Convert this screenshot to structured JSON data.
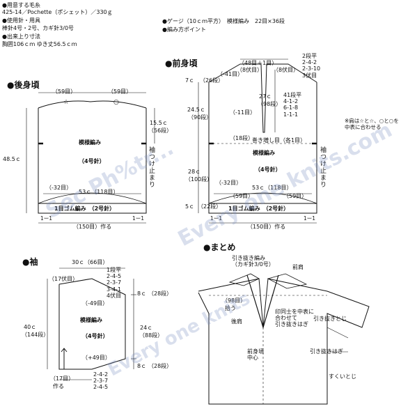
{
  "header": {
    "materials_title": "●用意する毛糸",
    "yarn": "425-14／Pochette（ポシェット）／330ｇ",
    "tools_title": "●使用針・用具",
    "tools": "棒針4号・2号、カギ針3/0号",
    "size_title": "●出来上り寸法",
    "size": "胸囲106ｃｍ ゆき丈56.5ｃｍ",
    "gauge": "●ゲージ（10ｃｍ平方）　模様編み　22目×36段",
    "pattern_point": "●編み方ポイント"
  },
  "back": {
    "title": "●後身頃",
    "top_left": "（59目）",
    "top_right": "（59目）",
    "star": "☆",
    "circle": "○",
    "height": "48.5ｃ",
    "armhole": "15.5ｃ",
    "armhole_rows": "（56段）",
    "pattern": "模様編み",
    "needle": "（4号針）",
    "dec": "（-32目）",
    "width": "53ｃ（118目）",
    "rib": "1目ゴム編み　（2号針）",
    "edge_left": "1ー1",
    "edge_right": "1ー1",
    "cast": "（150目）作る",
    "sleeve_stop": "袖つけ止まり"
  },
  "front": {
    "title": "●前身頃",
    "top": "（48目＋1目）",
    "shoulder_left": "（8伏目）",
    "shoulder_right": "（8伏目）",
    "shoulder_dec": "（-41目）",
    "seven": "7ｃ",
    "seven_rows": "（26段）",
    "neck": "27ｃ",
    "neck_rows": "（98段）",
    "neck_left": "（-11目）",
    "v_rows": "41段平\n4-1-2\n6-1-8\n1-1-1",
    "shoulder_rows": "2段平\n2-4-2\n2-3-10\n3伏目",
    "armhole": "24.5ｃ",
    "armhole_rows": "（90段）",
    "center": "巻き増し目（各1目）",
    "center_rows": "（18段）",
    "pattern": "模様編み",
    "needle": "（4号針）",
    "body": "28ｃ",
    "body_rows": "（100段）",
    "dec": "（-32目）",
    "width": "53ｃ（118目）",
    "inc_left": "（59目）",
    "inc_right": "（59目）",
    "rib_h": "5ｃ",
    "rib_rows": "（22段）",
    "rib": "1目ゴム編み　（2号針）",
    "edge_left": "1ー1",
    "edge_right": "1ー1",
    "cast": "（150目）作る",
    "sleeve_stop": "袖つけ止まり",
    "note": "※肩は☆と☆、○と○を\n中表に合わせる"
  },
  "sleeve": {
    "title": "●袖",
    "top": "30ｃ（66目）",
    "bind": "（17伏目）",
    "top_rows": "1段平\n2-4-5\n2-3-7\n3-4-1\n4伏目",
    "dec_top": "（-49目）",
    "height": "40ｃ",
    "height_rows": "（144段）",
    "pattern": "模様編み",
    "needle": "（4号針）",
    "inc": "（+49目）",
    "bottom": "（17目）",
    "make": "作る",
    "bottom_rows": "2-4-2\n2-3-7\n2-4-5",
    "r1": "8ｃ",
    "r1_rows": "（28段）",
    "r2": "24ｃ",
    "r2_rows": "（88段）",
    "r3": "8ｃ",
    "r3_rows": "（28段）"
  },
  "summary": {
    "title": "●まとめ",
    "crochet": "引き抜き編み\n（カギ針3/0号）",
    "front_label": "前肩",
    "pickup": "（98目）",
    "pickup2": "拾う",
    "back_label": "後肩",
    "join": "印同士を中表に\n合わせて\n引き抜きはぎ",
    "side": "引き抜きとじ",
    "seam": "引き抜きはぎ",
    "center": "前身頃\n中心",
    "sleeve_seam": "すくいとじ"
  },
  "watermarks": [
    "Sec Ph%tr...",
    "Every one knits.com",
    "Every one knits"
  ]
}
